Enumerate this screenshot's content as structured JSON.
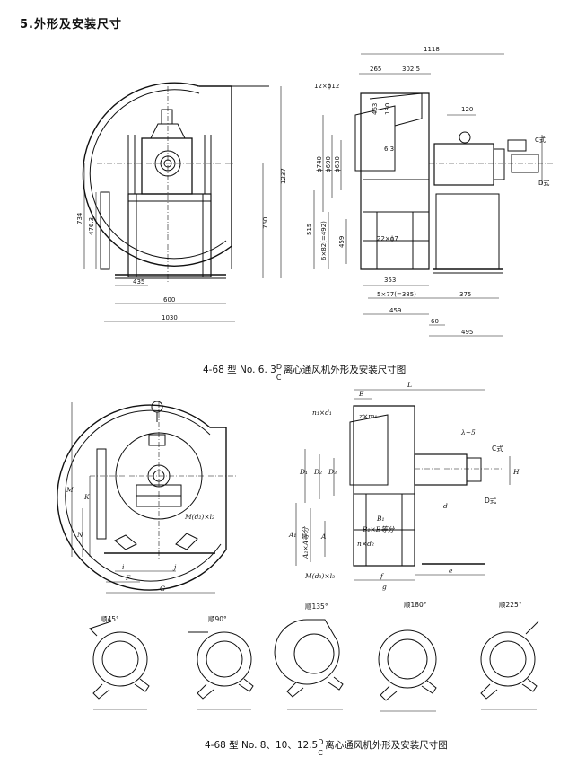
{
  "heading": "5.外形及安装尺寸",
  "figure1": {
    "caption_prefix": "4-68 型 No. 6. 3",
    "caption_sup_top": "D",
    "caption_sup_bottom": "C",
    "caption_suffix": "离心通风机外形及安装尺寸图",
    "dims": {
      "d1118": "1118",
      "d265": "265",
      "d302_5": "302.5",
      "d12x12": "12×ϕ12",
      "d463": "463",
      "d180": "180",
      "d120": "120",
      "d6_3": "6.3",
      "d740": "ϕ740",
      "d690": "ϕ690",
      "d630": "ϕ630",
      "d1237": "1237",
      "d734": "734",
      "d476_3": "476.3",
      "d760": "760",
      "d515": "515",
      "d6x82": "6×82(=492)",
      "d459v": "459",
      "d22x7": "22×ϕ7",
      "d435": "435",
      "d600": "600",
      "d1030": "1030",
      "d353": "353",
      "d5x77": "5×77(=385)",
      "d375": "375",
      "d459h": "459",
      "d60": "60",
      "d495": "495",
      "c_style": "C式",
      "d_style": "D式"
    }
  },
  "figure2": {
    "caption_prefix": "4-68 型 No. 8、10、12.5",
    "caption_sup_top": "D",
    "caption_sup_bottom": "C",
    "caption_suffix": "离心通风机外形及安装尺寸图",
    "labels": {
      "E": "E",
      "L": "L",
      "n1d1": "n₁×d₁",
      "z1m1": "z×m₁",
      "lambda": "λ~5",
      "D1": "D₁",
      "D2": "D₂",
      "D3": "D₃",
      "H": "H",
      "d": "d",
      "M": "M",
      "K": "K",
      "N": "N",
      "Md2": "M(d₂)×l₂",
      "Md3": "M(d₃)×l₃",
      "A1": "A₁",
      "A2": "A₂×A等分",
      "A": "A",
      "B1": "B₁",
      "B2": "B₂×B等分",
      "n2d2": "n×d₂",
      "f": "f",
      "e": "e",
      "g": "g",
      "i": "i",
      "j": "j",
      "F": "F",
      "G": "G",
      "c_style": "C式",
      "d_style": "D式",
      "rot45": "顺45°",
      "rot90": "顺90°",
      "rot135": "顺135°",
      "rot180": "顺180°",
      "rot225": "顺225°",
      "Ns": "N"
    }
  }
}
